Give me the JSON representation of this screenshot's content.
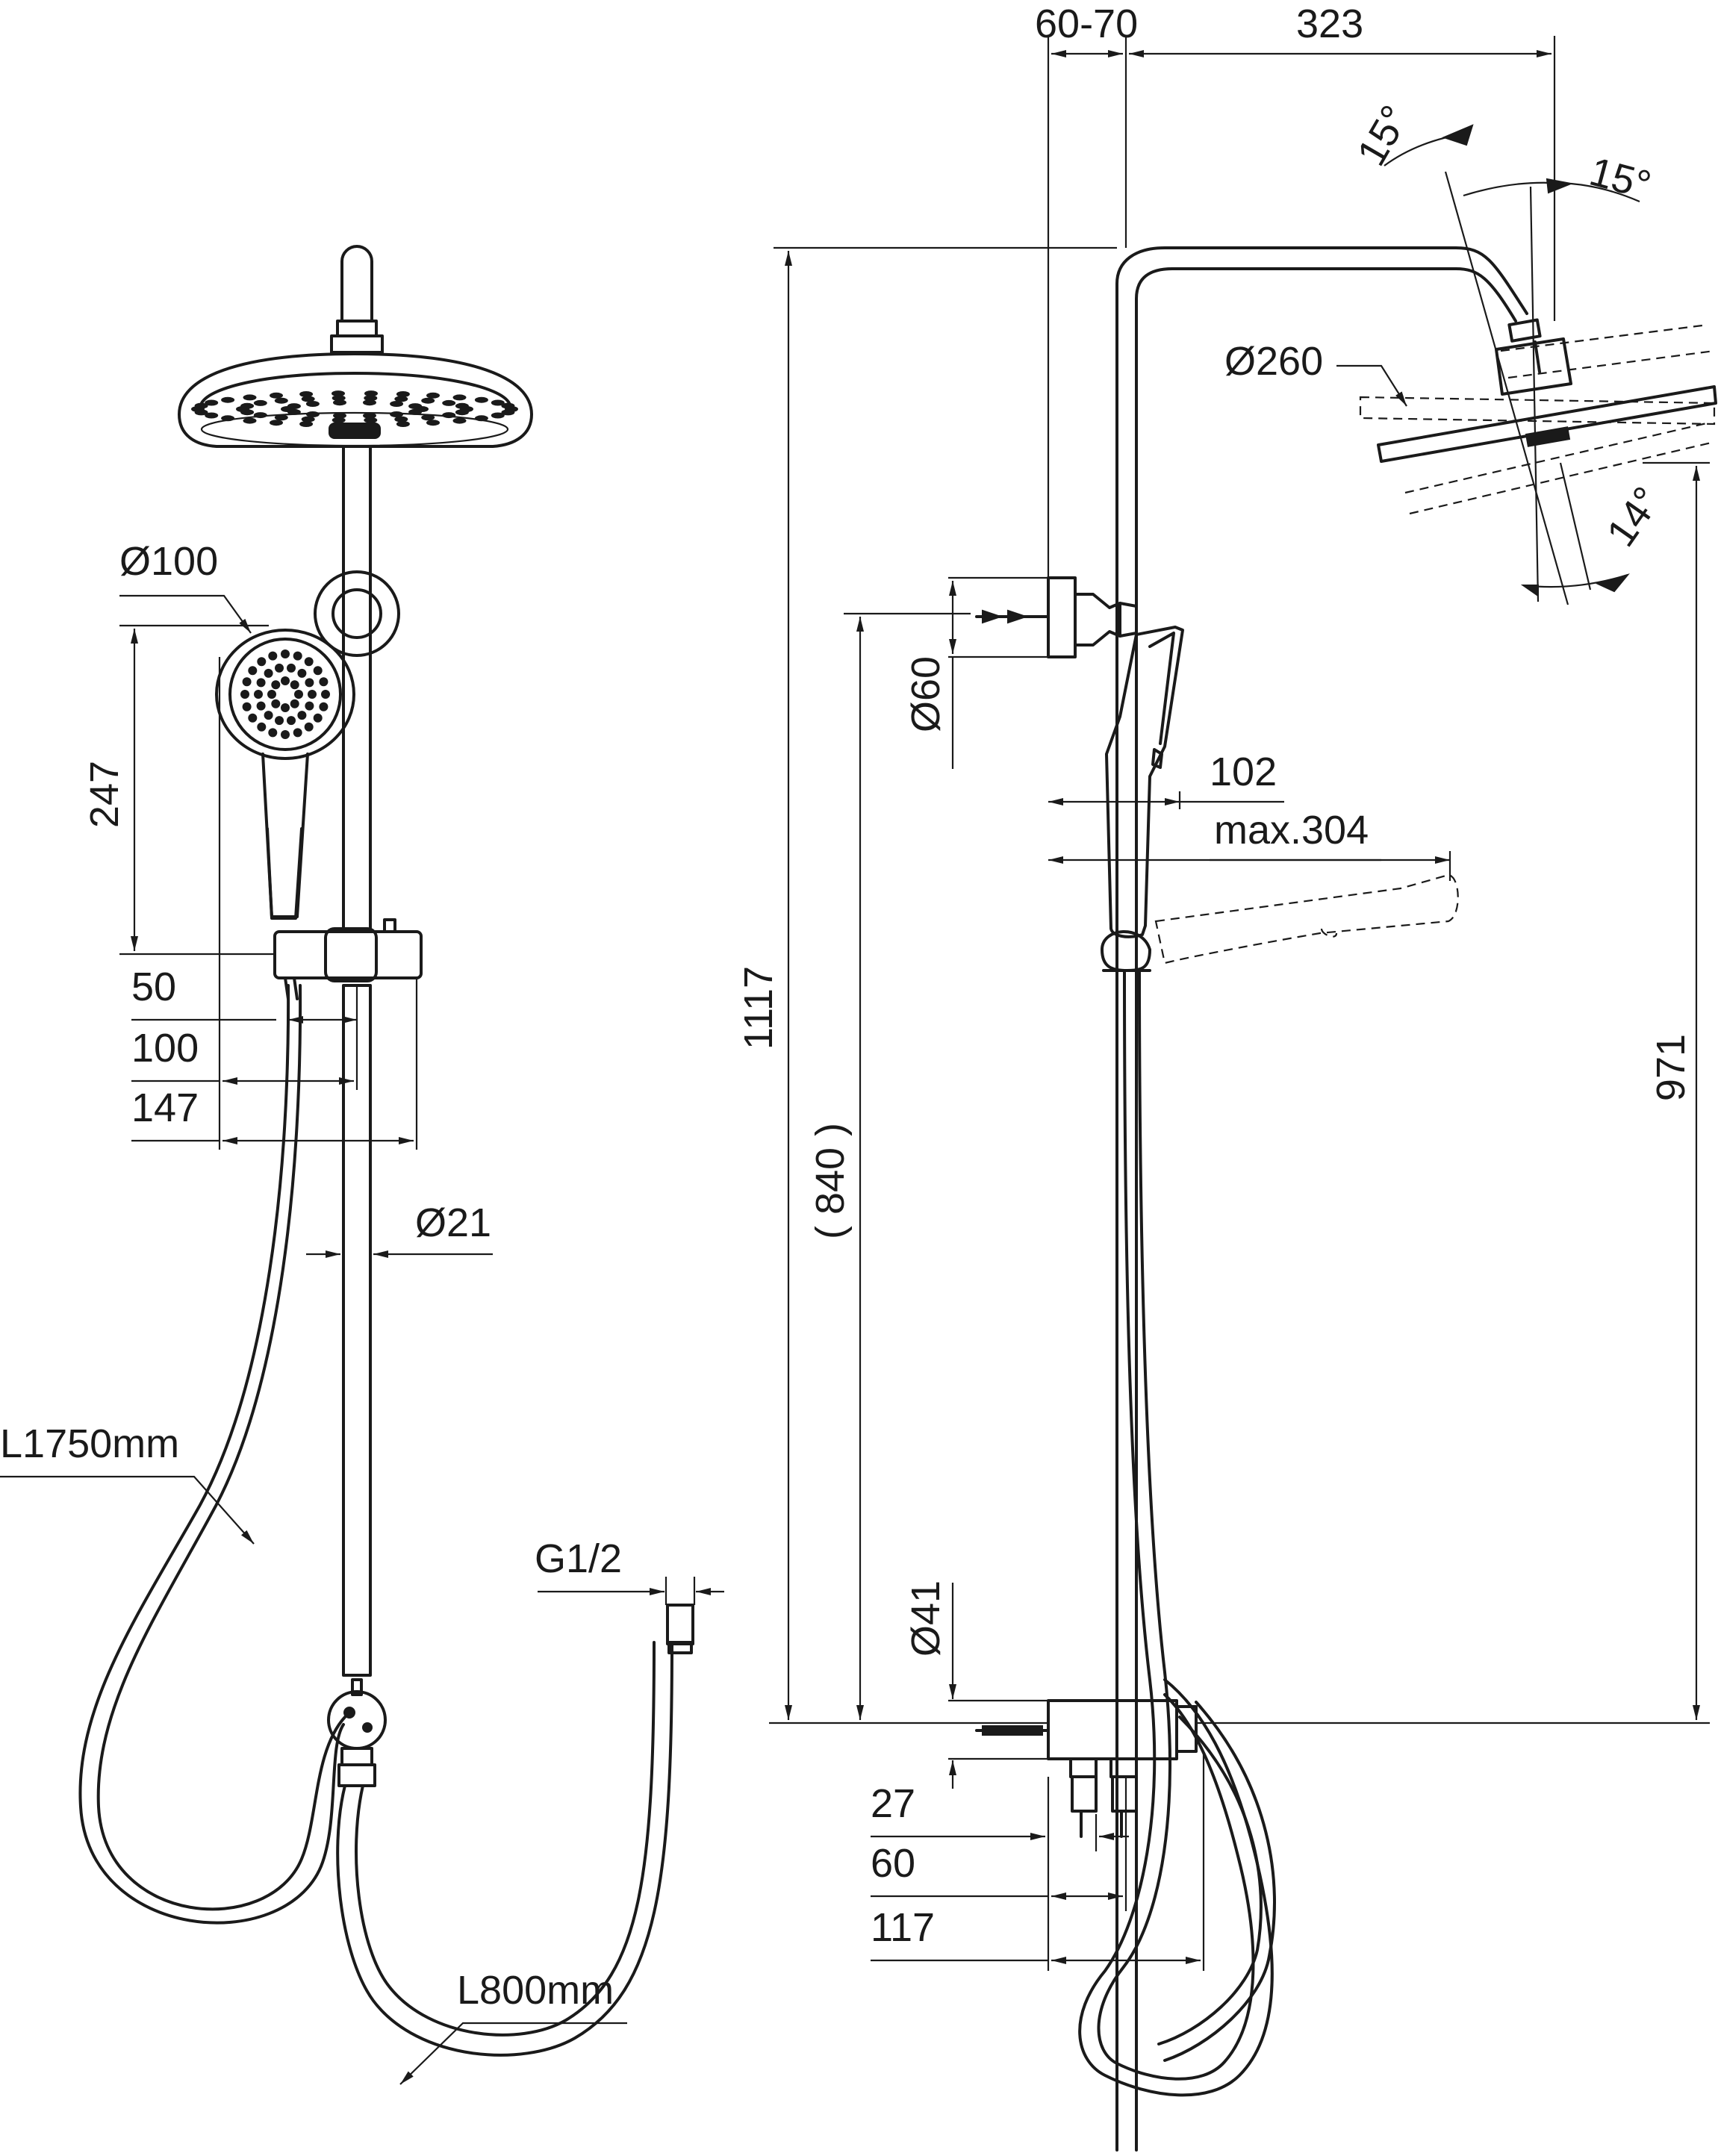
{
  "labels": {
    "hand_diameter": "Ø100",
    "bracket_height": "247",
    "dim_50": "50",
    "dim_100": "100",
    "dim_147": "147",
    "rail_diameter": "Ø21",
    "hose_length": "L1750mm",
    "thread": "G1/2",
    "lower_hose_length": "L800mm",
    "wall_distance": "60-70",
    "arm_length": "323",
    "tilt_top_left": "15°",
    "tilt_top_right": "15°",
    "head_diameter": "Ø260",
    "tilt_bottom": "14°",
    "bracket_diameter": "Ø60",
    "handle_offset": "102",
    "max_reach": "max.304",
    "total_height": "1117",
    "rail_length": "( 840 )",
    "outlet_height": "971",
    "valve_diameter": "Ø41",
    "dim_27": "27",
    "dim_60": "60",
    "dim_117": "117"
  }
}
